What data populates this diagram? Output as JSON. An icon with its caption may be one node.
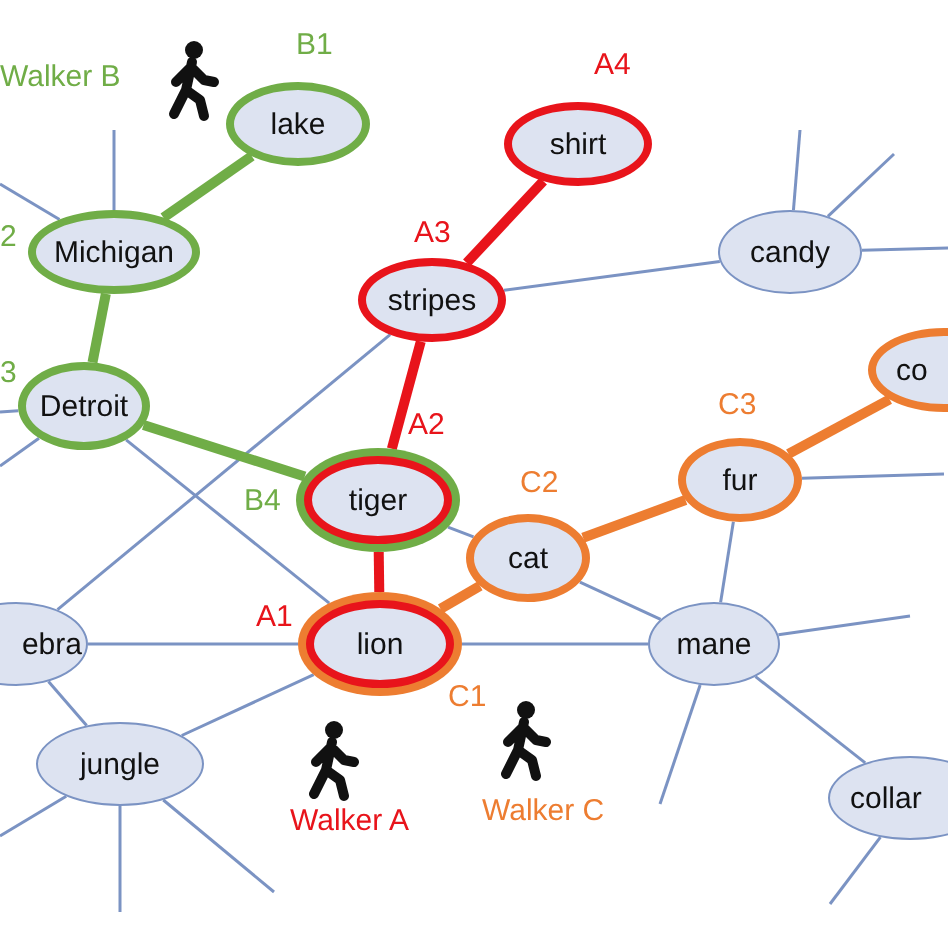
{
  "diagram": {
    "nodes": [
      {
        "text": [
          "lake"
        ]
      },
      {
        "text": [
          "Michigan"
        ]
      },
      {
        "text": [
          "Detroit"
        ]
      },
      {
        "text": [
          "shirt"
        ]
      },
      {
        "text": [
          "stripes"
        ]
      },
      {
        "text": [
          "candy"
        ]
      },
      {
        "text": [
          "co"
        ]
      },
      {
        "text": [
          "fur"
        ]
      },
      {
        "text": [
          "tiger"
        ]
      },
      {
        "text": [
          "cat"
        ]
      },
      {
        "text": [
          "ebra"
        ]
      },
      {
        "text": [
          "lion"
        ]
      },
      {
        "text": [
          "mane"
        ]
      },
      {
        "text": [
          "jungle"
        ]
      },
      {
        "text": [
          "collar"
        ]
      }
    ],
    "edges": [
      {
        "from": 3,
        "to": 4,
        "arrow": "none",
        "style": "thick",
        "color": "#e8141b"
      },
      {
        "from": 4,
        "to": 8,
        "arrow": "none",
        "style": "thick",
        "color": "#e8141b"
      },
      {
        "from": 8,
        "to": 11,
        "arrow": "none",
        "style": "thick",
        "color": "#e8141b"
      },
      {
        "from": 0,
        "to": 1,
        "arrow": "none",
        "style": "thick",
        "color": "#70ad47"
      },
      {
        "from": 1,
        "to": 2,
        "arrow": "none",
        "style": "thick",
        "color": "#70ad47"
      },
      {
        "from": 2,
        "to": 8,
        "arrow": "none",
        "style": "thick",
        "color": "#70ad47"
      },
      {
        "from": 11,
        "to": 9,
        "arrow": "none",
        "style": "thick",
        "color": "#ed7d31"
      },
      {
        "from": 9,
        "to": 7,
        "arrow": "none",
        "style": "thick",
        "color": "#ed7d31"
      },
      {
        "from": 7,
        "to": 6,
        "arrow": "none",
        "style": "thick",
        "color": "#ed7d31"
      },
      {
        "from": 4,
        "to": 5,
        "arrow": "none"
      },
      {
        "from": 4,
        "to": 10,
        "arrow": "none"
      },
      {
        "from": 2,
        "to": 11,
        "arrow": "none"
      },
      {
        "from": 10,
        "to": 11,
        "arrow": "none"
      },
      {
        "from": 10,
        "to": 13,
        "arrow": "none"
      },
      {
        "from": 13,
        "to": 11,
        "arrow": "none"
      },
      {
        "from": 8,
        "to": 9,
        "arrow": "none"
      },
      {
        "from": 11,
        "to": 12,
        "arrow": "none"
      },
      {
        "from": 9,
        "to": 12,
        "arrow": "none"
      },
      {
        "from": 7,
        "to": 12,
        "arrow": "none"
      },
      {
        "from": 12,
        "to": 14,
        "arrow": "none"
      },
      {
        "from": 1,
        "to": null,
        "arrow": "none"
      },
      {
        "from": 1,
        "to": null,
        "arrow": "none"
      },
      {
        "from": 2,
        "to": null,
        "arrow": "none"
      },
      {
        "from": 2,
        "to": null,
        "arrow": "none"
      },
      {
        "from": 5,
        "to": null,
        "arrow": "none"
      },
      {
        "from": 5,
        "to": null,
        "arrow": "none"
      },
      {
        "from": 5,
        "to": null,
        "arrow": "none"
      },
      {
        "from": 7,
        "to": null,
        "arrow": "none"
      },
      {
        "from": 12,
        "to": null,
        "arrow": "none"
      },
      {
        "from": 12,
        "to": null,
        "arrow": "none"
      },
      {
        "from": 13,
        "to": null,
        "arrow": "none"
      },
      {
        "from": 13,
        "to": null,
        "arrow": "none"
      },
      {
        "from": 13,
        "to": null,
        "arrow": "none"
      },
      {
        "from": 14,
        "to": null,
        "arrow": "none"
      }
    ],
    "labels": [
      "B1",
      "Walker B",
      "A4",
      "2",
      "A3",
      "C3",
      "3",
      "A2",
      "B4",
      "C2",
      "A1",
      "C1",
      "Walker C",
      "Walker A"
    ]
  }
}
